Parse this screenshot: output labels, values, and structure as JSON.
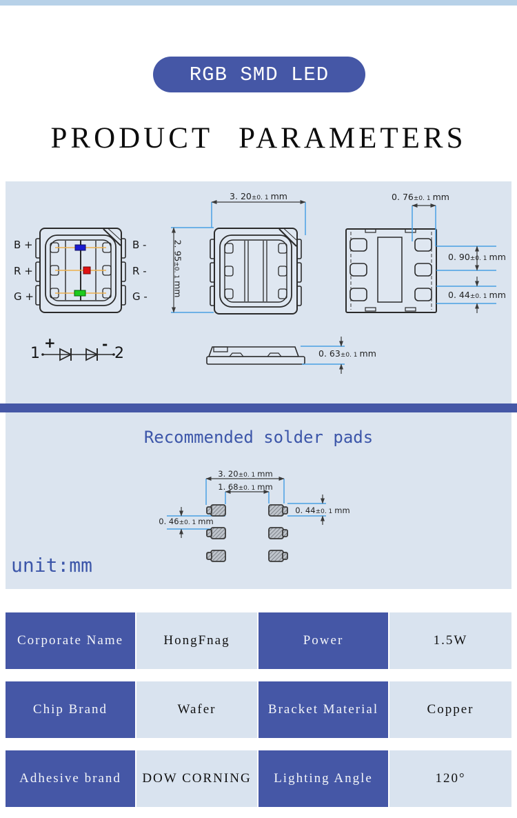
{
  "header": {
    "badge": "RGB SMD LED",
    "title": "PRODUCT PARAMETERS"
  },
  "drawing": {
    "pins": {
      "b_plus": "B +",
      "r_plus": "R +",
      "g_plus": "G +",
      "b_minus": "B -",
      "r_minus": "R -",
      "g_minus": "G -"
    },
    "circuit": {
      "node1": "1",
      "node2": "2",
      "plus": "+",
      "minus": "-"
    },
    "dims": {
      "body_width": {
        "v": "3. 20",
        "tol": "±0. 1",
        "u": "mm"
      },
      "body_height": {
        "v": "2. 95",
        "tol": "±0. 1",
        "u": "mm"
      },
      "pad_width": {
        "v": "0. 76",
        "tol": "±0. 1",
        "u": "mm"
      },
      "pad_pitch": {
        "v": "0. 90",
        "tol": "±0. 1",
        "u": "mm"
      },
      "pad_height": {
        "v": "0. 44",
        "tol": "±0. 1",
        "u": "mm"
      },
      "thickness": {
        "v": "0. 63",
        "tol": "±0. 1",
        "u": "mm"
      }
    }
  },
  "solder": {
    "heading": "Recommended solder pads",
    "unit_label": "unit:mm",
    "dims": {
      "outer_span": {
        "v": "3. 20",
        "tol": "±0. 1",
        "u": "mm"
      },
      "inner_span": {
        "v": "1. 68",
        "tol": "±0. 1",
        "u": "mm"
      },
      "row_gap": {
        "v": "0. 46",
        "tol": "±0. 1",
        "u": "mm"
      },
      "pad_height": {
        "v": "0. 44",
        "tol": "±0. 1",
        "u": "mm"
      }
    }
  },
  "table": {
    "rows": [
      {
        "cells": [
          {
            "text": "Corporate Name"
          },
          {
            "text": "HongFnag"
          },
          {
            "text": "Power"
          },
          {
            "text": "1.5W"
          }
        ]
      },
      {
        "cells": [
          {
            "text": "Chip Brand"
          },
          {
            "text": "Wafer"
          },
          {
            "text": "Bracket Material"
          },
          {
            "text": "Copper"
          }
        ]
      },
      {
        "cells": [
          {
            "text": "Adhesive brand"
          },
          {
            "text": "DOW CORNING"
          },
          {
            "text": "Lighting Angle"
          },
          {
            "text": "120°"
          }
        ]
      }
    ]
  },
  "colors": {
    "accent_indigo": "#4557a6",
    "panel_bg": "#dbe4ef",
    "top_strip": "#b7d1e8",
    "dim_line_blue": "#49a0e4",
    "heading_blue": "#3c56a9",
    "chip_blue": "#1b1bd0",
    "chip_red": "#e01111",
    "chip_green": "#1ecb1e",
    "wire_yellow": "#edb14d"
  }
}
